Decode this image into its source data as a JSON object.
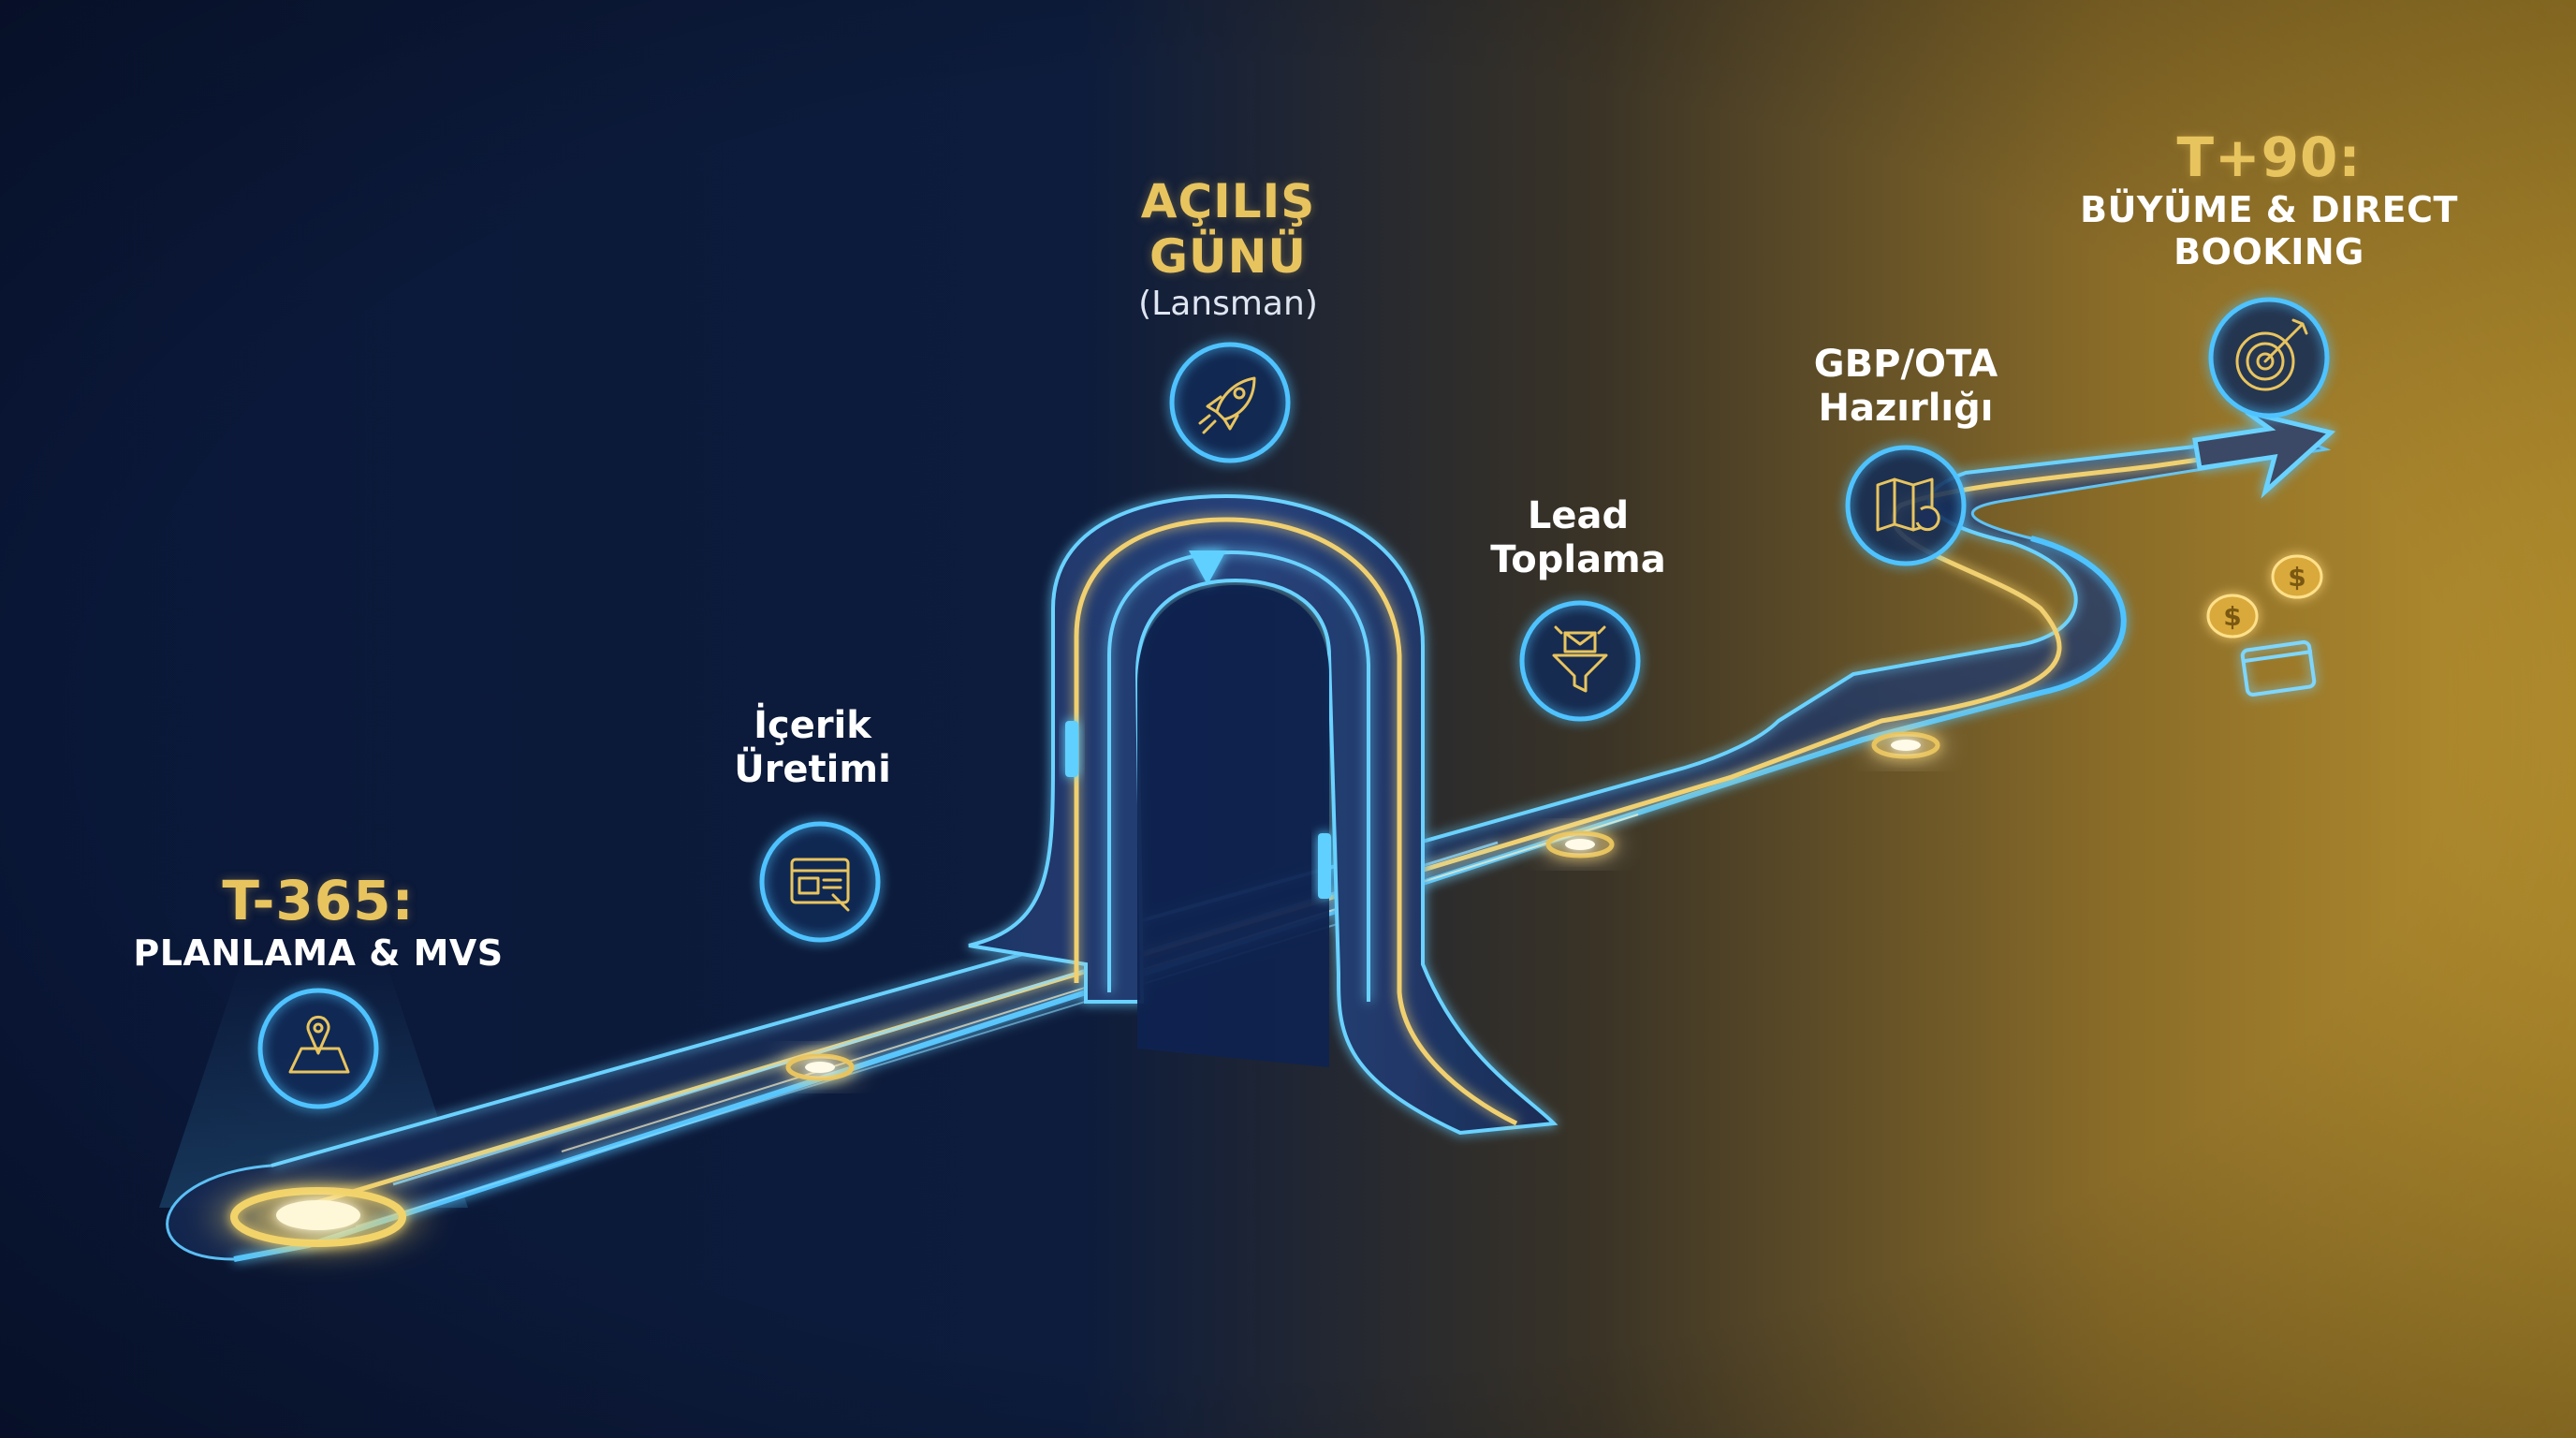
{
  "colors": {
    "background_left": "#0b1a3a",
    "background_right": "#b8912e",
    "glow_blue": "#4fc3ff",
    "accent_gold": "#e8c45f",
    "text_white": "#ffffff"
  },
  "milestones": [
    {
      "id": "t365",
      "title": "T-365:",
      "subtitle": "PLANLAMA & MVS",
      "icon": "map-pin-icon"
    },
    {
      "id": "content",
      "title_line1": "İçerik",
      "title_line2": "Üretimi",
      "icon": "web-page-editor-icon"
    },
    {
      "id": "launch",
      "title_line1": "AÇILIŞ",
      "title_line2": "GÜNÜ",
      "subtitle": "(Lansman)",
      "icon": "rocket-icon"
    },
    {
      "id": "leads",
      "title_line1": "Lead",
      "title_line2": "Toplama",
      "icon": "envelope-funnel-icon"
    },
    {
      "id": "gbp",
      "title_line1": "GBP/OTA",
      "title_line2": "Hazırlığı",
      "icon": "map-refresh-icon"
    },
    {
      "id": "t90",
      "title": "T+90:",
      "subtitle_line1": "BÜYÜME & DIRECT",
      "subtitle_line2": "BOOKING",
      "icon": "target-arrow-icon"
    }
  ],
  "decorations": [
    "coin-icon",
    "coin-icon",
    "credit-card-icon"
  ]
}
